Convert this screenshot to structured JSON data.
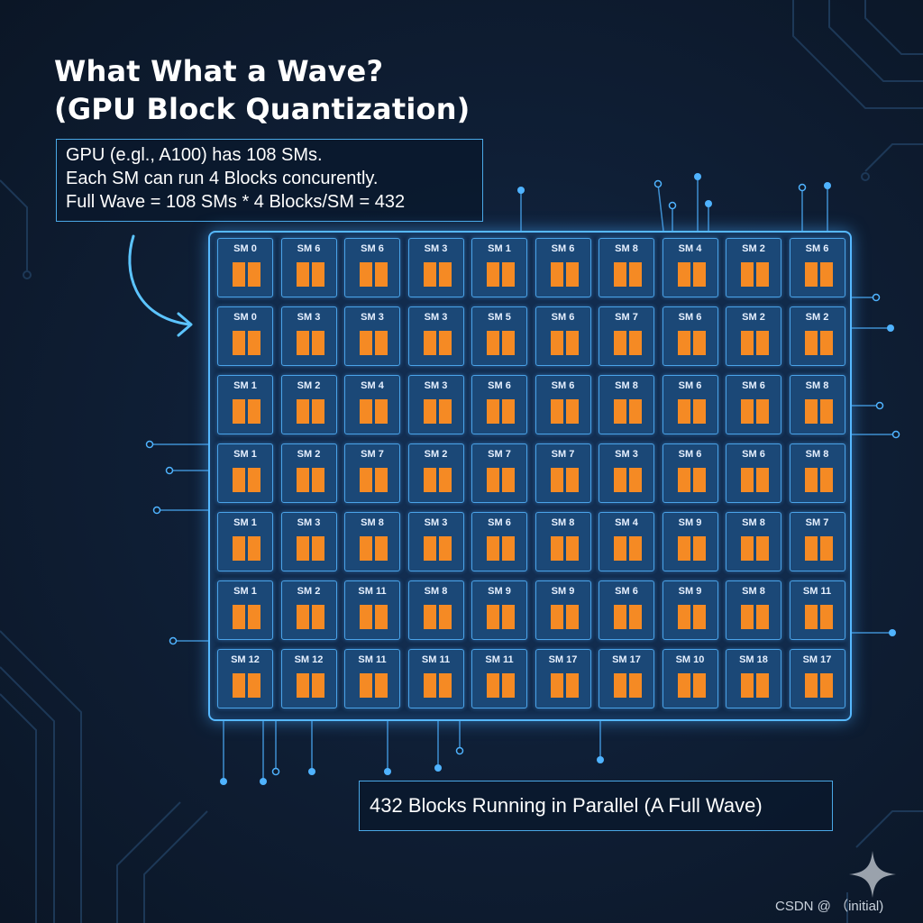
{
  "title": {
    "line1": "What What a Wave?",
    "line2": "(GPU Block Quantization)"
  },
  "info_box": {
    "line1": "GPU (e.gl., A100) has 108 SMs.",
    "line2": "Each SM can run 4 Blocks concurently.",
    "line3": "Full Wave = 108 SMs * 4 Blocks/SM = 432"
  },
  "grid": {
    "rows": [
      [
        "SM 0",
        "SM 6",
        "SM 6",
        "SM 3",
        "SM 1",
        "SM 6",
        "SM 8",
        "SM 4",
        "SM 2",
        "SM 6"
      ],
      [
        "SM 0",
        "SM 3",
        "SM 3",
        "SM 3",
        "SM 5",
        "SM 6",
        "SM 7",
        "SM 6",
        "SM 2",
        "SM 2"
      ],
      [
        "SM 1",
        "SM 2",
        "SM 4",
        "SM 3",
        "SM 6",
        "SM 6",
        "SM 8",
        "SM 6",
        "SM 6",
        "SM 8"
      ],
      [
        "SM 1",
        "SM 2",
        "SM 7",
        "SM 2",
        "SM 7",
        "SM 7",
        "SM 3",
        "SM 6",
        "SM 6",
        "SM 8"
      ],
      [
        "SM 1",
        "SM 3",
        "SM 8",
        "SM 3",
        "SM 6",
        "SM 8",
        "SM 4",
        "SM 9",
        "SM 8",
        "SM 7"
      ],
      [
        "SM 1",
        "SM 2",
        "SM 11",
        "SM 8",
        "SM 9",
        "SM 9",
        "SM 6",
        "SM 9",
        "SM 8",
        "SM 11"
      ],
      [
        "SM 12",
        "SM 12",
        "SM 11",
        "SM 11",
        "SM 11",
        "SM 17",
        "SM 17",
        "SM 10",
        "SM 18",
        "SM 17"
      ]
    ]
  },
  "caption": "432 Blocks Running in Parallel (A Full Wave)",
  "watermark": "CSDN @ （initial)",
  "colors": {
    "background": "#0f1c2e",
    "grid_border": "#56b8ff",
    "cell_fill": "#1b4877",
    "block": "#f58a24",
    "text": "#ffffff"
  }
}
